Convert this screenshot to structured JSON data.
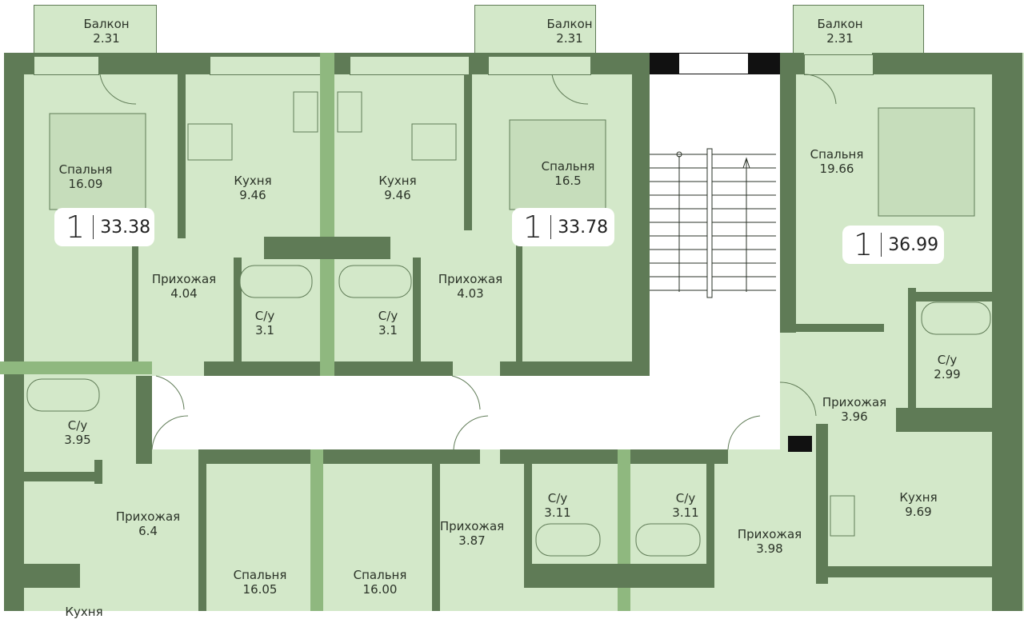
{
  "plan": {
    "colors": {
      "floor": "#d3e8c9",
      "wall": "#5f7b56",
      "strip": "#8fb87f"
    },
    "balconies": [
      {
        "name": "Балкон",
        "area": "2.31"
      },
      {
        "name": "Балкон",
        "area": "2.31"
      },
      {
        "name": "Балкон",
        "area": "2.31"
      }
    ],
    "apartments": [
      {
        "rooms": "1",
        "area": "33.38"
      },
      {
        "rooms": "1",
        "area": "33.78"
      },
      {
        "rooms": "1",
        "area": "36.99"
      }
    ],
    "rooms": [
      {
        "name": "Спальня",
        "area": "16.09"
      },
      {
        "name": "Кухня",
        "area": "9.46"
      },
      {
        "name": "Кухня",
        "area": "9.46"
      },
      {
        "name": "Спальня",
        "area": "16.5"
      },
      {
        "name": "Спальня",
        "area": "19.66"
      },
      {
        "name": "Прихожая",
        "area": "4.04"
      },
      {
        "name": "С/у",
        "area": "3.1"
      },
      {
        "name": "С/у",
        "area": "3.1"
      },
      {
        "name": "Прихожая",
        "area": "4.03"
      },
      {
        "name": "С/у",
        "area": "2.99"
      },
      {
        "name": "Прихожая",
        "area": "3.96"
      },
      {
        "name": "С/у",
        "area": "3.95"
      },
      {
        "name": "Кухня",
        "area": "9.69"
      },
      {
        "name": "Прихожая",
        "area": "6.4"
      },
      {
        "name": "Прихожая",
        "area": "3.87"
      },
      {
        "name": "С/у",
        "area": "3.11"
      },
      {
        "name": "С/у",
        "area": "3.11"
      },
      {
        "name": "Прихожая",
        "area": "3.98"
      },
      {
        "name": "Спальня",
        "area": "16.05"
      },
      {
        "name": "Спальня",
        "area": "16.00"
      },
      {
        "name": "Кухня",
        "area": ""
      }
    ]
  }
}
